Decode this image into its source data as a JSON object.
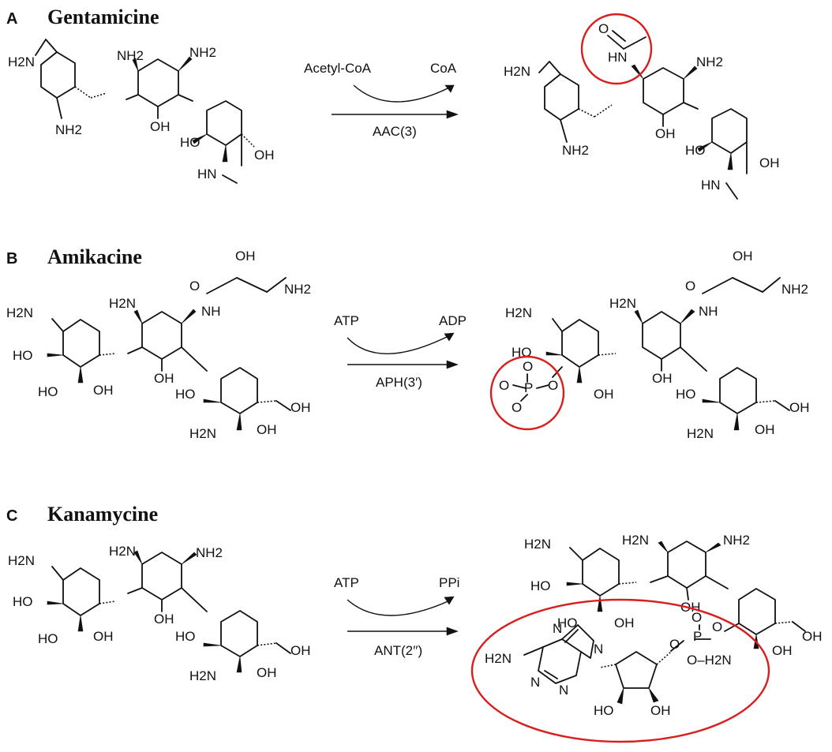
{
  "colors": {
    "ink": "#111111",
    "highlight": "#d81e1e",
    "background": "#ffffff"
  },
  "panels": [
    {
      "letter": "A",
      "title": "Gentamicine",
      "reaction": {
        "reactant": "Acetyl-CoA",
        "product": "CoA",
        "enzyme": "AAC(3)"
      },
      "substrate_labels": [
        "H2N",
        "NH2",
        "NH2",
        "OH",
        "HO",
        "OH",
        "NH2",
        "HN"
      ],
      "product_labels": [
        "O",
        "HN",
        "H2N",
        "NH2",
        "OH",
        "HO",
        "OH",
        "NH2",
        "HN"
      ]
    },
    {
      "letter": "B",
      "title": "Amikacine",
      "reaction": {
        "reactant": "ATP",
        "product": "ADP",
        "enzyme": "APH(3′)"
      },
      "substrate_labels": [
        "OH",
        "O",
        "NH2",
        "H2N",
        "NH",
        "H2N",
        "HO",
        "OH",
        "HO",
        "OH",
        "HO",
        "OH",
        "H2N",
        "OH"
      ],
      "product_labels": [
        "OH",
        "O",
        "NH2",
        "H2N",
        "NH",
        "H2N",
        "HO",
        "O",
        "P",
        "O",
        "O",
        "O",
        "OH",
        "OH",
        "HO",
        "OH",
        "H2N",
        "OH"
      ]
    },
    {
      "letter": "C",
      "title": "Kanamycine",
      "reaction": {
        "reactant": "ATP",
        "product": "PPi",
        "enzyme": "ANT(2′′)"
      },
      "substrate_labels": [
        "H2N",
        "NH2",
        "H2N",
        "HO",
        "OH",
        "HO",
        "OH",
        "HO",
        "OH",
        "H2N",
        "OH"
      ],
      "product_labels": [
        "H2N",
        "NH2",
        "H2N",
        "HO",
        "OH",
        "HO",
        "OH",
        "O",
        "P",
        "O",
        "O",
        "OH",
        "O–H2N",
        "N",
        "N",
        "H2N",
        "N",
        "N",
        "HO",
        "OH",
        "OH"
      ]
    }
  ]
}
